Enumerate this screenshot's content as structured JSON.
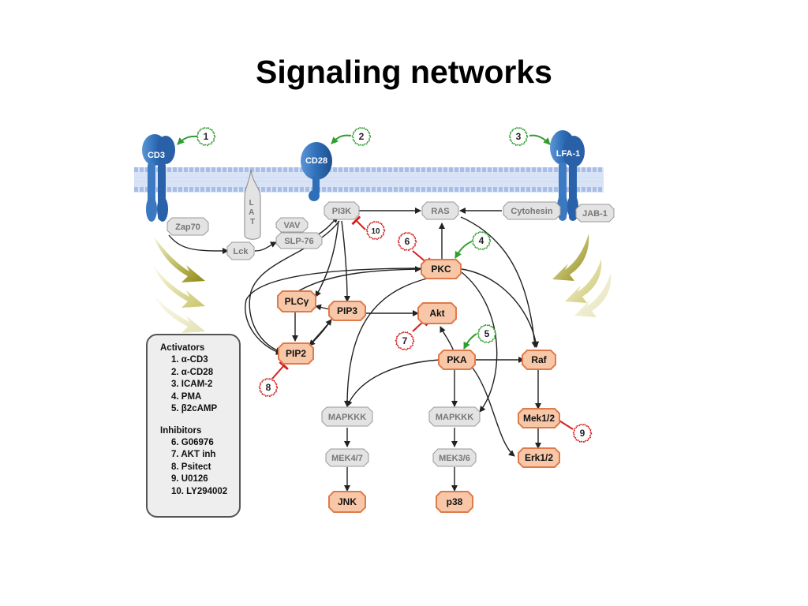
{
  "slide": {
    "title": "Signaling networks"
  },
  "receptors": {
    "cd3": "CD3",
    "cd28": "CD28",
    "lfa1": "LFA-1"
  },
  "nodes": {
    "zap70": "Zap70",
    "lat": "L\nA\nT",
    "lck": "Lck",
    "vav": "VAV",
    "slp76": "SLP-76",
    "pi3k": "PI3K",
    "ras": "RAS",
    "cytohesin": "Cytohesin",
    "jab1": "JAB-1",
    "pkc": "PKC",
    "plcg": "PLCγ",
    "pip3": "PIP3",
    "akt": "Akt",
    "pip2": "PIP2",
    "pka": "PKA",
    "raf": "Raf",
    "mapkkk1": "MAPKKK",
    "mapkkk2": "MAPKKK",
    "mek47": "MEK4/7",
    "mek36": "MEK3/6",
    "mek12": "Mek1/2",
    "erk12": "Erk1/2",
    "jnk": "JNK",
    "p38": "p38"
  },
  "badges": {
    "b1": "1",
    "b2": "2",
    "b3": "3",
    "b4": "4",
    "b5": "5",
    "b6": "6",
    "b7": "7",
    "b8": "8",
    "b9": "9",
    "b10": "10"
  },
  "legend": {
    "activators_title": "Activators",
    "activators": [
      "1. α-CD3",
      "2. α-CD28",
      "3. ICAM-2",
      "4. PMA",
      "5. β2cAMP"
    ],
    "inhibitors_title": "Inhibitors",
    "inhibitors": [
      "6. G06976",
      "7. AKT inh",
      "8. Psitect",
      "9. U0126",
      "10. LY294002"
    ]
  },
  "colors": {
    "activator": "#2f9e2f",
    "inhibitor": "#d42020",
    "active_node": "#f7c7a8",
    "active_border": "#e07a4a",
    "inactive_node": "#e3e3e3",
    "receptor": "#2f6fb8",
    "membrane": "#c3d2ef"
  }
}
